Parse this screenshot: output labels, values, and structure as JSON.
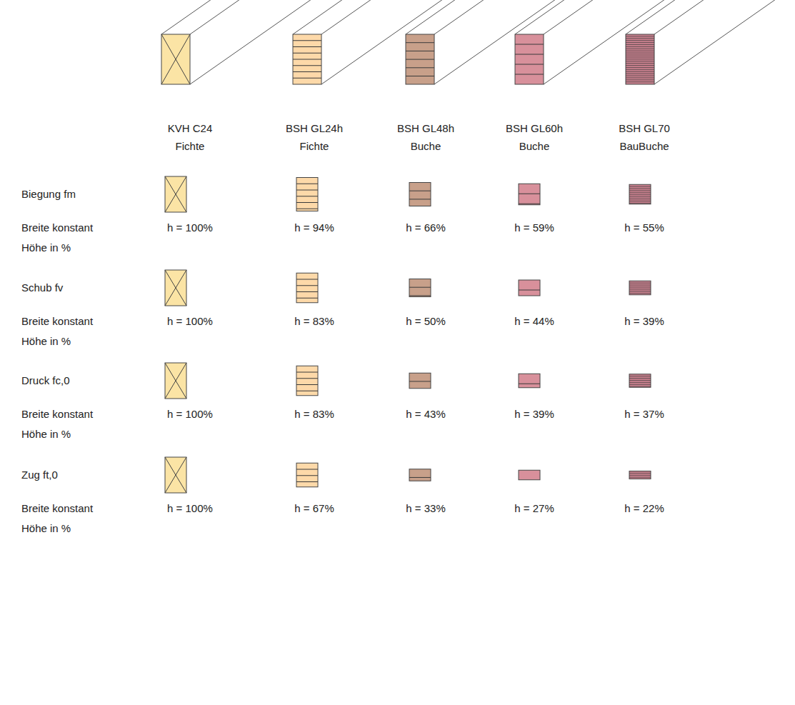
{
  "diagram": {
    "labels": [
      "KVH C24",
      "Fichte",
      "BSH GL24h",
      "Fichte",
      "BSH GL48h",
      "Buche",
      "BSH GL60h",
      "Buche",
      "BSH GL70",
      "BauBuche",
      "Biegung fm",
      "Breite konstant Höhe in %",
      "h = 100%",
      "h = 94%",
      "h = 66%",
      "h = 59%",
      "h = 55%",
      "Schub fv",
      "Breite konstant Höhe in %",
      "h = 100%",
      "h = 83%",
      "h = 50%",
      "h = 44%",
      "h = 39%",
      "Druck fc,0",
      "Breite konstant Höhe in %",
      "h = 100%",
      "h = 83%",
      "h = 43%",
      "h = 39%",
      "h = 37%",
      "Zug ft,0",
      "Breite konstant Höhe in %",
      "h = 100%",
      "h = 67%",
      "h = 33%",
      "h = 27%",
      "h = 22%"
    ]
  }
}
